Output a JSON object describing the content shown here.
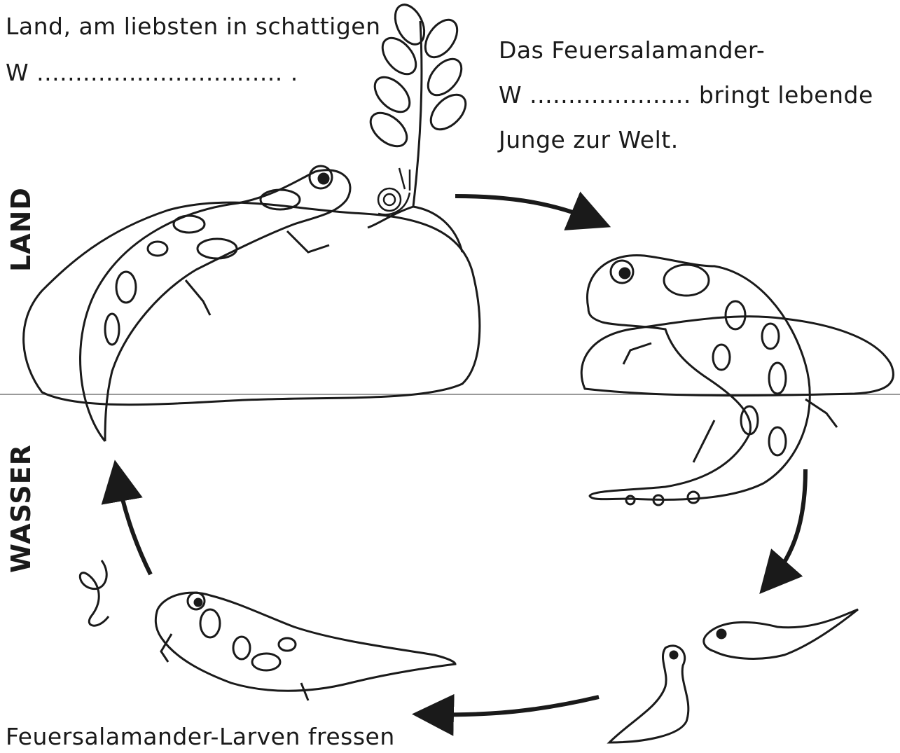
{
  "texts": {
    "top_left_line1": "Land, am liebsten in schattigen",
    "top_left_line2": "W ................................ .",
    "top_right_line1": "Das Feuersalamander-",
    "top_right_line2": "W ..................... bringt lebende",
    "top_right_line3": "Junge zur Welt.",
    "bottom_left": "Feuersalamander-Larven fressen"
  },
  "side_labels": {
    "land": "LAND",
    "water": "WASSER"
  },
  "colors": {
    "ink": "#1a1a1a",
    "waterline": "#9a9a9a",
    "background": "#ffffff"
  }
}
